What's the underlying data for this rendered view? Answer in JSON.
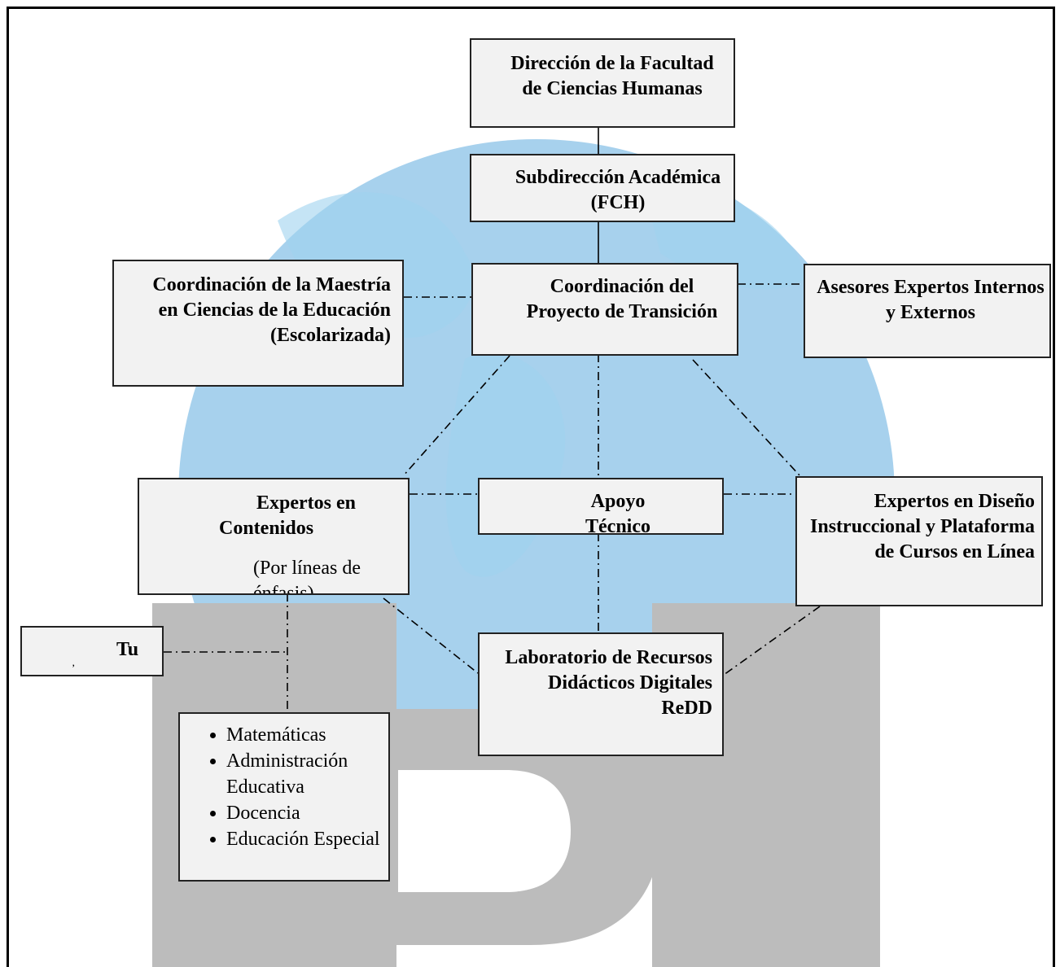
{
  "nodes": {
    "direccion": "Dirección de la Facultad de Ciencias Humanas",
    "subdireccion": "Subdirección Académica (FCH)",
    "coord_maestria": "Coordinación de la Maestría en Ciencias de la Educación (Escolarizada)",
    "coord_proyecto": "Coordinación del Proyecto de Transición",
    "asesores": "Asesores Expertos Internos y Externos",
    "expertos_contenidos": "Expertos en Contenidos",
    "expertos_contenidos_sub": "(Por líneas de énfasis)",
    "apoyo_tecnico": "Apoyo Técnico",
    "expertos_diseno": "Expertos en Diseño Instruccional y Plataforma de Cursos en Línea",
    "laboratorio": "Laboratorio de Recursos Didácticos Digitales ReDD",
    "tutores": "Tu"
  },
  "lineas_enfasis": [
    "Matemáticas",
    "Administración Educativa",
    "Docencia",
    "Educación Especial"
  ],
  "watermark": "PI",
  "colors": {
    "globe": "#5aa8de",
    "land": "#7ec4ea",
    "watermark": "#bcbcbc",
    "box_fill": "#f2f2f2"
  }
}
